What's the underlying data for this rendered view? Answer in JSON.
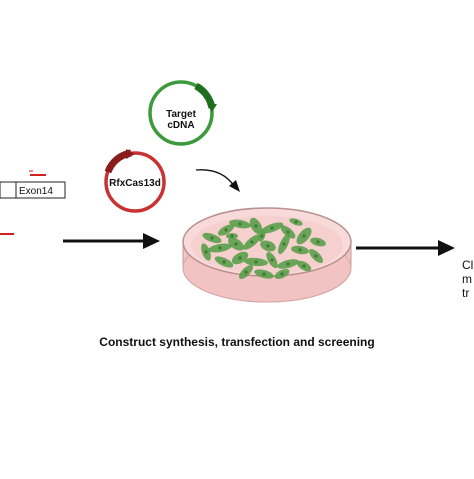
{
  "plasmids": {
    "target_line1": "Target",
    "target_line2": "cDNA",
    "cas": "RfxCas13d"
  },
  "exon": {
    "label": "Exon14"
  },
  "caption": "Construct synthesis, transfection and screening",
  "right_text": [
    "Cl",
    "m",
    "tr"
  ],
  "colors": {
    "target_plasmid": "#3c9a3c",
    "cas_plasmid": "#c83232",
    "dish_medium": "#f4c9c9",
    "cells": "#5a9e4a",
    "arrow": "#111111"
  }
}
